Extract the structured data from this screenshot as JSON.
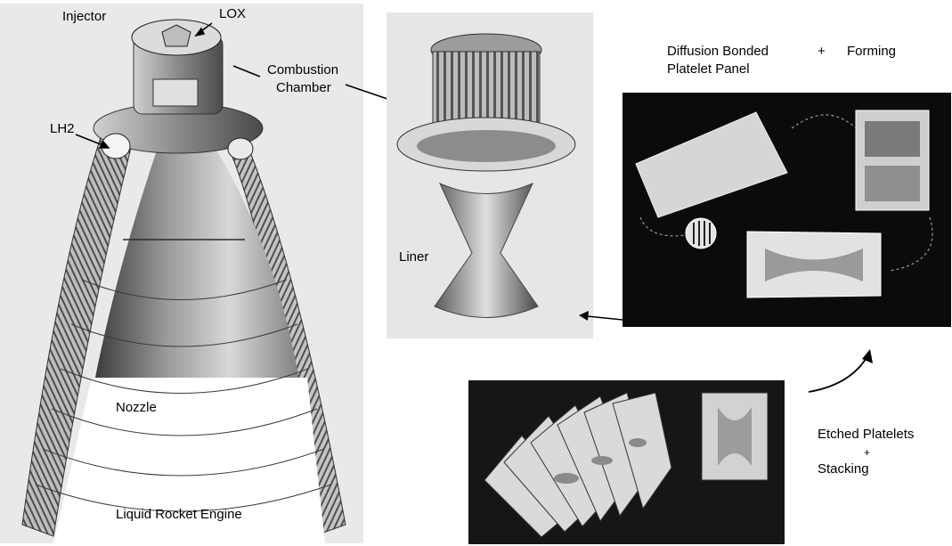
{
  "labels": {
    "injector": "Injector",
    "lox": "LOX",
    "combustion_line1": "Combustion",
    "combustion_line2": "Chamber",
    "lh2": "LH2",
    "nozzle": "Nozzle",
    "engine_title": "Liquid Rocket Engine",
    "liner": "Liner",
    "diffusion_line1": "Diffusion Bonded",
    "diffusion_line2": "Platelet Panel",
    "plus_top": "+",
    "forming": "Forming",
    "etched_line1": "Etched Platelets",
    "plus_bottom": "+",
    "stacking": "Stacking"
  },
  "colors": {
    "background": "#ffffff",
    "photo_dark": "#0b0b0b",
    "photo_light": "#e9e9e9",
    "metal": "#b8b8b8",
    "text": "#000000"
  }
}
